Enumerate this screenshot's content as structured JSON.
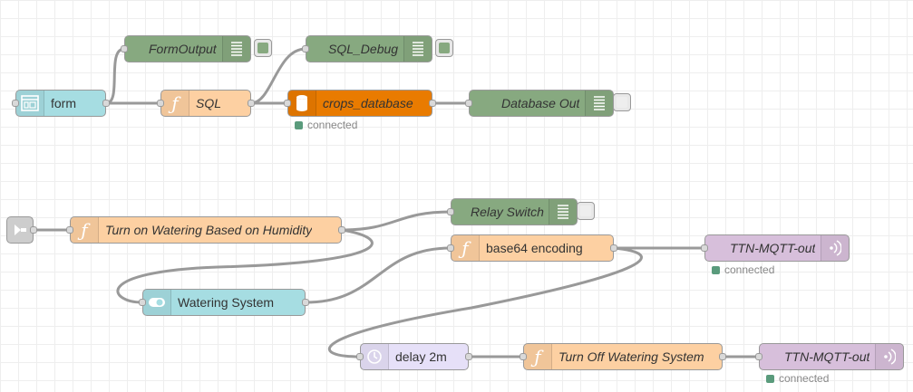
{
  "nodes": {
    "form": {
      "label": "form",
      "icon": "form-icon"
    },
    "form_output": {
      "label": "FormOutput",
      "icon": "list-icon"
    },
    "sql": {
      "label": "SQL",
      "icon": "function-icon"
    },
    "sql_debug": {
      "label": "SQL_Debug",
      "icon": "list-icon"
    },
    "crops_database": {
      "label": "crops_database",
      "icon": "database-icon",
      "status": "connected"
    },
    "database_out": {
      "label": "Database Out",
      "icon": "list-icon"
    },
    "inject": {
      "label": "",
      "icon": "inject-arrow-icon"
    },
    "turn_on": {
      "label": "Turn on Watering Based on Humidity",
      "icon": "function-icon"
    },
    "relay_switch": {
      "label": "Relay Switch",
      "icon": "list-icon"
    },
    "base64": {
      "label": "base64 encoding",
      "icon": "function-icon"
    },
    "ttn_out_1": {
      "label": "TTN-MQTT-out",
      "icon": "broadcast-icon",
      "status": "connected"
    },
    "watering_system": {
      "label": "Watering System",
      "icon": "switch-icon"
    },
    "delay": {
      "label": "delay 2m",
      "icon": "clock-icon"
    },
    "turn_off": {
      "label": "Turn Off Watering System",
      "icon": "function-icon"
    },
    "ttn_out_2": {
      "label": "TTN-MQTT-out",
      "icon": "broadcast-icon",
      "status": "connected"
    }
  },
  "colors": {
    "debug": "#87a980",
    "function": "#fdd0a2",
    "database": "#e97b00",
    "dashboard": "#a6dde2",
    "mqtt": "#d7bfdb",
    "delay": "#e6e0f8",
    "inject": "#d8d8d8",
    "wire": "#999999",
    "status_connected": "#5a9b7c"
  }
}
